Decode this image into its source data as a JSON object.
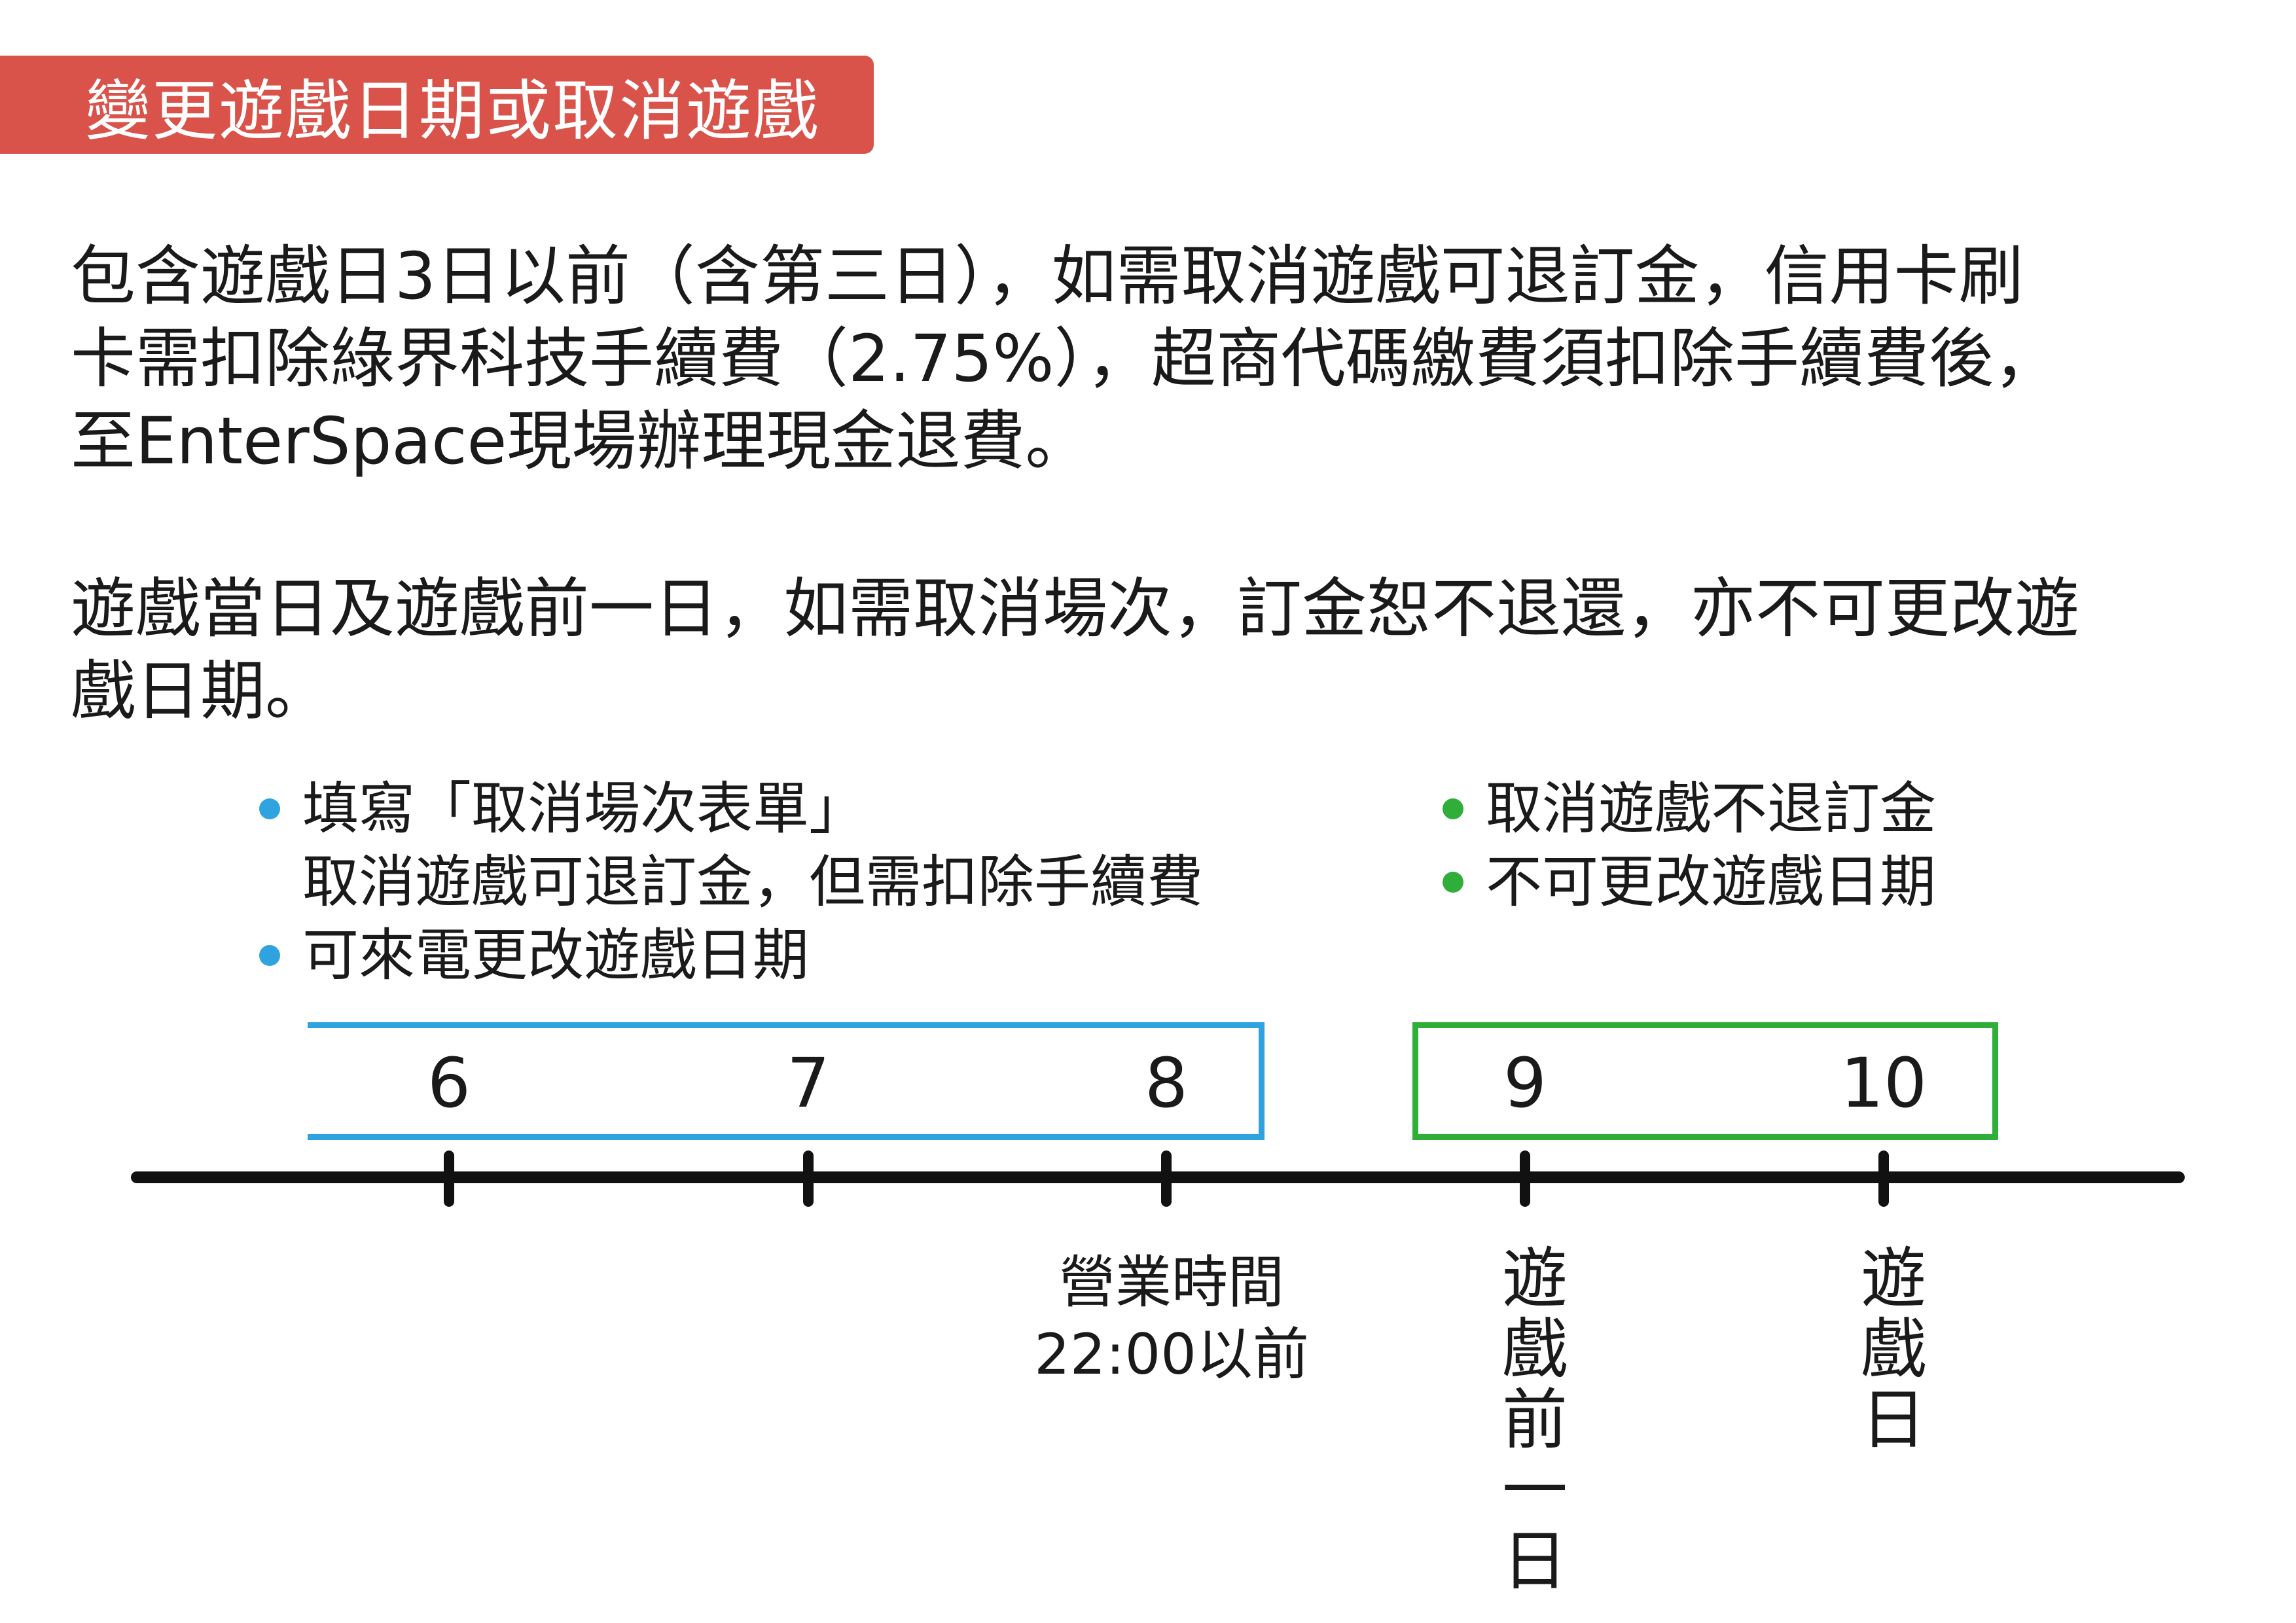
{
  "banner": {
    "title": "變更遊戲日期或取消遊戲",
    "color": "#d9534a"
  },
  "paragraphs": {
    "p1": [
      "包含遊戲日3日以前（含第三日），如需取消遊戲可退訂金，信用卡刷",
      "卡需扣除綠界科技手續費（2.75%），超商代碼繳費須扣除手續費後，",
      "至EnterSpace現場辦理現金退費。"
    ],
    "p2": [
      "遊戲當日及遊戲前一日，如需取消場次，訂金恕不退還，亦不可更改遊",
      "戲日期。"
    ]
  },
  "left_bullets": {
    "color": "#2fa3e0",
    "item1_line1": "填寫「取消場次表單」",
    "item1_line2": "取消遊戲可退訂金，但需扣除手續費",
    "item2": "可來電更改遊戲日期"
  },
  "right_bullets": {
    "color": "#2fae3a",
    "item1": "取消遊戲不退訂金",
    "item2": "不可更改遊戲日期"
  },
  "timeline": {
    "days": [
      "6",
      "7",
      "8",
      "9",
      "10"
    ],
    "axis_color": "#111111",
    "business_hours_line1": "營業時間",
    "business_hours_line2": "22:00以前",
    "day_before_label": [
      "遊",
      "戲",
      "前",
      "一",
      "日"
    ],
    "game_day_label": [
      "遊",
      "戲",
      "日"
    ]
  }
}
